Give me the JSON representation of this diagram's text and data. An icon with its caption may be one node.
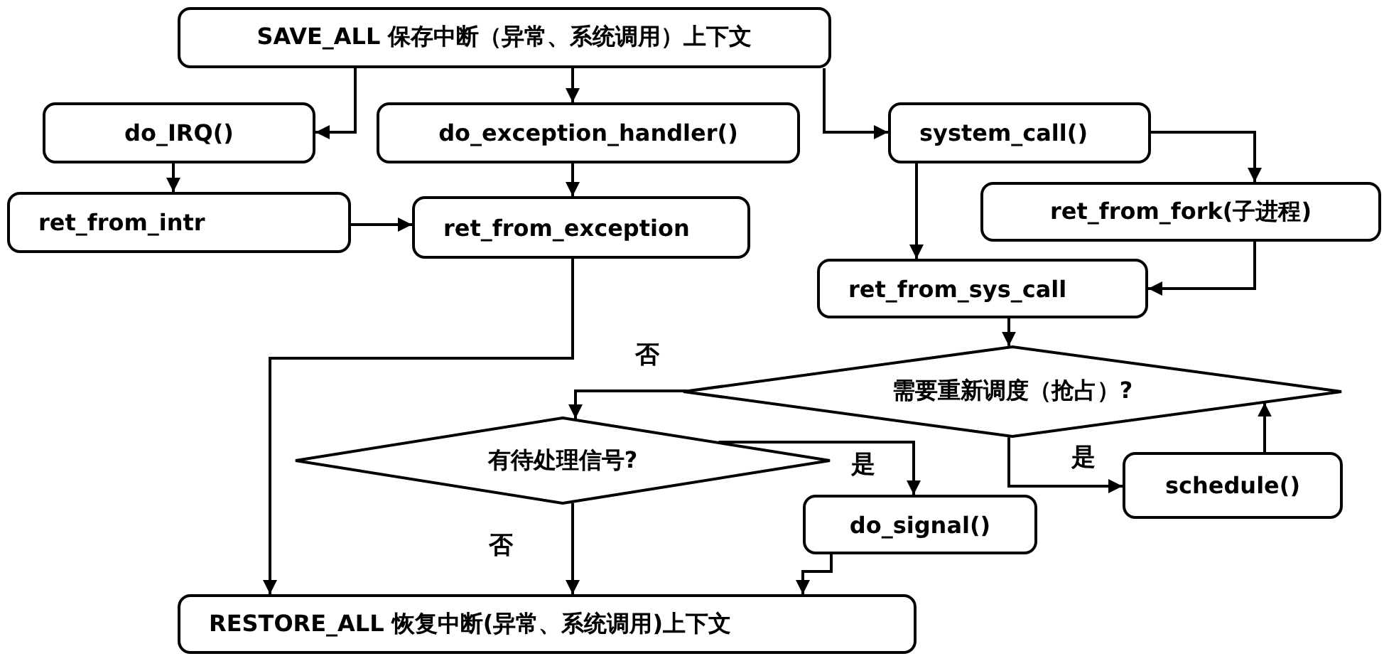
{
  "diagram": {
    "nodes": [
      {
        "text": [
          "SAVE_ALL 保存中断（异常、系统调用）上下文"
        ]
      },
      {
        "text": [
          "do_IRQ()"
        ]
      },
      {
        "text": [
          "do_exception_handler()"
        ]
      },
      {
        "text": [
          "system_call()"
        ]
      },
      {
        "text": [
          "ret_from_intr"
        ]
      },
      {
        "text": [
          "ret_from_exception"
        ]
      },
      {
        "text": [
          "ret_from_fork(子进程)"
        ]
      },
      {
        "text": [
          "ret_from_sys_call"
        ]
      },
      {
        "text": [
          "需要重新调度（抢占）?"
        ]
      },
      {
        "text": [
          "有待处理信号?"
        ]
      },
      {
        "text": [
          "do_signal()"
        ]
      },
      {
        "text": [
          "schedule()"
        ]
      },
      {
        "text": [
          "RESTORE_ALL 恢复中断(异常、系统调用)上下文"
        ]
      }
    ],
    "edges": [
      {
        "from": 0,
        "to": 1,
        "arrow": "to"
      },
      {
        "from": 0,
        "to": 2,
        "arrow": "to"
      },
      {
        "from": 0,
        "to": 3,
        "arrow": "to"
      },
      {
        "from": 1,
        "to": 4,
        "arrow": "to"
      },
      {
        "from": 2,
        "to": 5,
        "arrow": "to"
      },
      {
        "from": 4,
        "to": 5,
        "arrow": "to"
      },
      {
        "from": 3,
        "to": 6,
        "arrow": "to"
      },
      {
        "from": 3,
        "to": 7,
        "arrow": "to"
      },
      {
        "from": 6,
        "to": 7,
        "arrow": "to"
      },
      {
        "from": 7,
        "to": 8,
        "arrow": "to"
      },
      {
        "from": 8,
        "to": 9,
        "arrow": "to",
        "label": "否"
      },
      {
        "from": 5,
        "to": 12,
        "arrow": "to"
      },
      {
        "from": 9,
        "to": 12,
        "arrow": "to",
        "label": "否"
      },
      {
        "from": 9,
        "to": 10,
        "arrow": "to",
        "label": "是"
      },
      {
        "from": 8,
        "to": 11,
        "arrow": "to",
        "label": "是"
      },
      {
        "from": 11,
        "to": 8,
        "arrow": "to"
      },
      {
        "from": 10,
        "to": 12,
        "arrow": "to"
      }
    ]
  }
}
